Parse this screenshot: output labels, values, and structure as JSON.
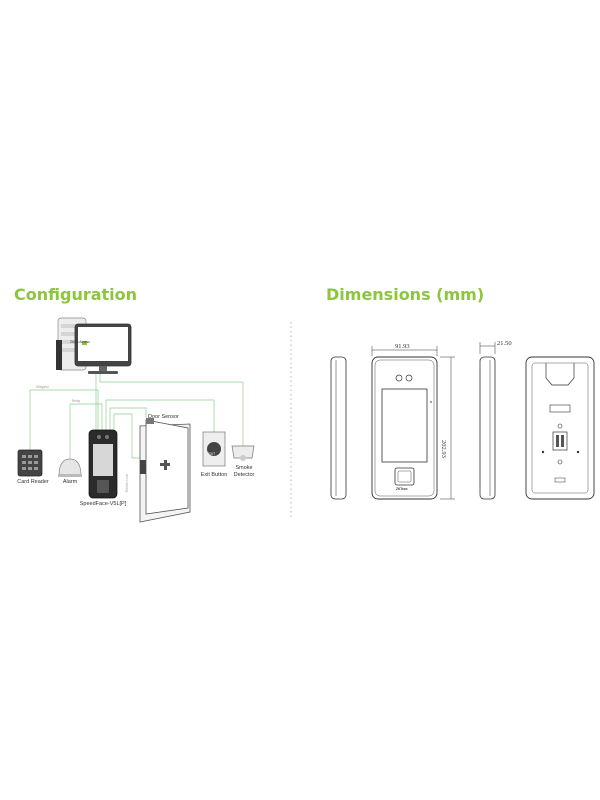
{
  "configuration": {
    "heading": "Configuration",
    "monitor_brand": "ZKBio Access",
    "labels": {
      "card_reader": "Card Reader",
      "alarm": "Alarm",
      "device": "SpeedFace-V5L[P]",
      "door_sensor": "Door Sensor",
      "exit_button": "Exit Button",
      "smoke_detector_line1": "Smoke",
      "smoke_detector_line2": "Detector",
      "wire_wiegand": "Wiegand",
      "wire_relay": "Relay",
      "electric_lock": "Electric Lock",
      "exit_button_face": "EXIT"
    }
  },
  "dimensions": {
    "heading": "Dimensions (mm)",
    "width": "91.93",
    "depth": "21.50",
    "height": "202.93",
    "device_brand": "ZKTeco"
  },
  "colors": {
    "accent": "#8cc63f",
    "wiring": "#8fd18f",
    "line": "#444444"
  }
}
